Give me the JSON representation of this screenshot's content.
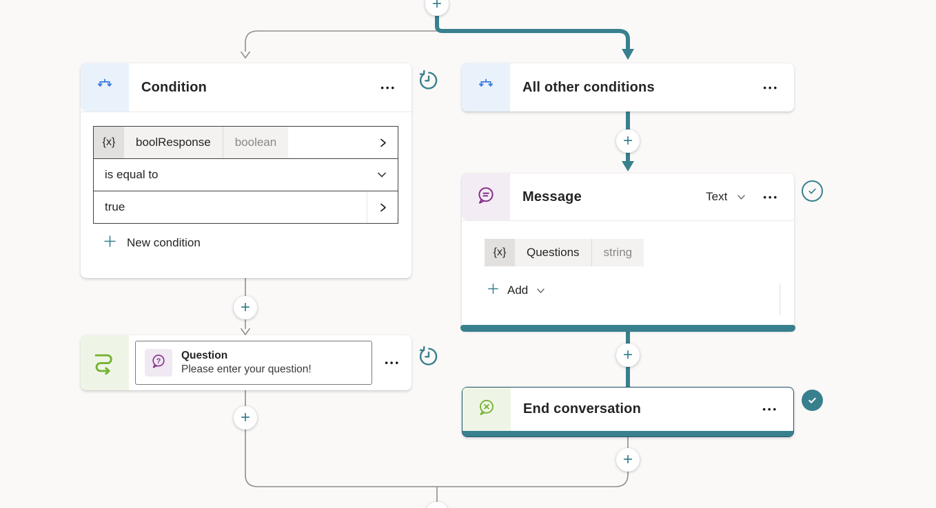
{
  "ui": {
    "plus": "+",
    "more": "•••"
  },
  "colors": {
    "accent": "#38808E",
    "line": "#8F8E8D",
    "blue": "#3E7DE0",
    "light-blue": "#E9F2FB",
    "purple": "#862E87",
    "light-purple": "#F4ECF5",
    "green": "#76B233",
    "light-green": "#EFF5E6",
    "end-border": "#1E566B"
  },
  "condition": {
    "title": "Condition",
    "variable": {
      "token": "{x}",
      "name": "boolResponse",
      "type": "boolean"
    },
    "operator": "is equal to",
    "value": "true",
    "new_condition": "New condition"
  },
  "all_other": {
    "title": "All other conditions"
  },
  "message": {
    "title": "Message",
    "mode": "Text",
    "variable": {
      "token": "{x}",
      "name": "Questions",
      "type": "string"
    },
    "add": "Add"
  },
  "question": {
    "title": "Question",
    "prompt": "Please enter your question!"
  },
  "end": {
    "title": "End conversation"
  }
}
